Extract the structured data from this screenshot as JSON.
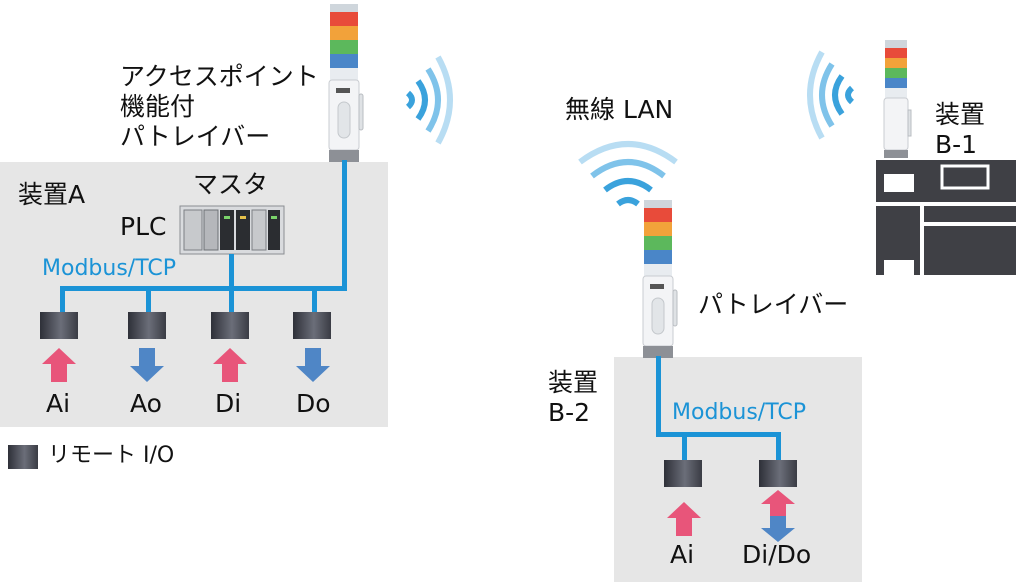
{
  "left_system": {
    "device_label": "装置A",
    "access_point_label": [
      "アクセスポイント",
      "機能付",
      "パトレイバー"
    ],
    "master_label": "マスタ",
    "plc_label": "PLC",
    "network_label": "Modbus/TCP",
    "io_signals": [
      "Ai",
      "Ao",
      "Di",
      "Do"
    ]
  },
  "legend": {
    "remote_io_label": "リモート I/O"
  },
  "wireless": {
    "label": "無線 LAN"
  },
  "right_top": {
    "device_label": [
      "装置",
      "B-1"
    ]
  },
  "right_bottom": {
    "device_label": [
      "装置",
      "B-2"
    ],
    "patlite_label": "パトレイバー",
    "network_label": "Modbus/TCP",
    "io_signals": [
      "Ai",
      "Di/Do"
    ]
  },
  "colors": {
    "network": "#1b93d6",
    "input_arrow": "#e8557a",
    "output_arrow": "#4f86c6",
    "panel": "#e6e6e6"
  }
}
